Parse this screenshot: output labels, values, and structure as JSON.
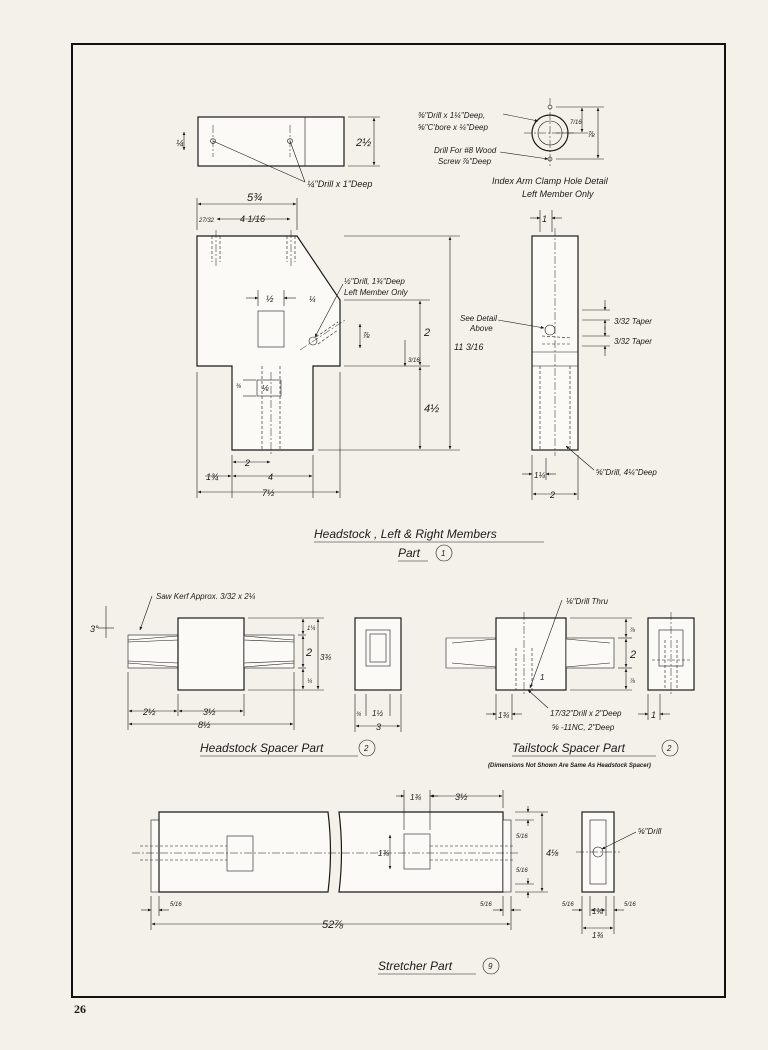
{
  "page_number": "26",
  "top": {
    "drill_1in": "¼\"Drill x 1\"Deep",
    "dim_2_5": "2½",
    "dim_1_4": "¼",
    "detail_line1": "⅜\"Drill x 1¼\"Deep,",
    "detail_line2": "⅝\"C'bore x ¼\"Deep",
    "detail_line3": "Drill For #8 Wood",
    "detail_line4": "Screw ⅞\"Deep",
    "detail_dim_a": "7/16",
    "detail_dim_b": "⅞",
    "detail_title1": "Index Arm Clamp Hole Detail",
    "detail_title2": "Left Member Only"
  },
  "headstock": {
    "dim_5_3_4": "5¾",
    "dim_27_32": "27/32",
    "dim_4_1_16": "4 1/16",
    "dim_1_2": "½",
    "dim_1_4": "¼",
    "drill_note1": "½\"Drill, 1¾\"Deep",
    "drill_note2": "Left Member Only",
    "dim_7_8": "⅞",
    "dim_2": "2",
    "dim_3_16": "3/16",
    "dim_11_3_16": "11 3/16",
    "dim_3_8": "⅜",
    "dim_1_8": "⅛",
    "dim_4_1_2": "4½",
    "dim_bot_2": "2",
    "dim_bot_1_3_4": "1¾",
    "dim_bot_4": "4",
    "dim_bot_7_1_2": "7½",
    "see_detail1": "See Detail",
    "see_detail2": "Above",
    "dim_top_1": "1",
    "taper_1": "3/32 Taper",
    "taper_2": "3/32 Taper",
    "dim_side_1_4": "1¼",
    "dim_side_2": "2",
    "drill_side": "⅝\"Drill, 4¼\"Deep",
    "title": "Headstock , Left & Right Members",
    "part_label": "Part",
    "part_num": "1"
  },
  "hs_spacer": {
    "kerf_note": "Saw Kerf Approx. 3/32 x 2¼",
    "dim_3deg": "3°",
    "dim_r1": "1¼",
    "dim_r2": "2",
    "dim_r3": "3¾",
    "dim_r4": "¼",
    "dim_2_1_2": "2½",
    "dim_3_1_2": "3½",
    "dim_8_1_2": "8½",
    "end_dim_a": "¾",
    "end_dim_b": "1½",
    "end_dim_c": "3",
    "title": "Headstock  Spacer  Part",
    "part_num": "2"
  },
  "ts_spacer": {
    "drill_thru": "⅛\"Drill Thru",
    "dim_r1": "⅞",
    "dim_r2": "2",
    "dim_r3": "⅞",
    "dim_1_3_4": "1¾",
    "drill_note1": "17/32\"Drill x 2\"Deep",
    "drill_note2": "⅝ -11NC, 2\"Deep",
    "dim_1": "1",
    "end_dim": "1",
    "title": "Tailstock  Spacer  Part",
    "part_num": "2",
    "note": "(Dimensions  Not  Shown  Are  Same  As  Headstock  Spacer)"
  },
  "stretcher": {
    "dim_1_3_4": "1¾",
    "dim_3_1_2": "3½",
    "dim_5_16a": "5/16",
    "dim_4_1_8": "4⅛",
    "dim_5_16b": "5/16",
    "dim_side_1_3_4": "1¾",
    "dim_5_16_l": "5/16",
    "dim_5_16_r": "5/16",
    "dim_52_7_8": "52⅞",
    "end_drill": "⅝\"Drill",
    "end_5_16a": "5/16",
    "end_1_1_8": "1⅛",
    "end_5_16b": "5/16",
    "end_1_3_4": "1¾",
    "title": "Stretcher  Part",
    "part_num": "9"
  }
}
